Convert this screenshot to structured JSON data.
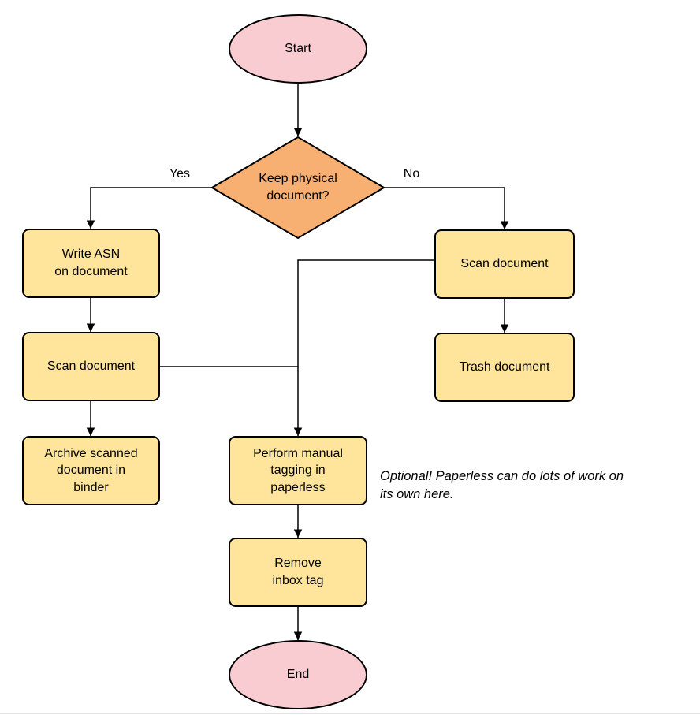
{
  "palette": {
    "background": "#ffffff",
    "terminal_fill": "#f8ccd1",
    "decision_fill": "#f7af72",
    "process_fill": "#ffe59b",
    "stroke": "#000000",
    "text": "#000000"
  },
  "nodes": {
    "start": {
      "type": "terminal",
      "label": "Start"
    },
    "decision": {
      "type": "decision",
      "label": "Keep physical\ndocument?"
    },
    "write_asn": {
      "type": "process",
      "label": "Write ASN\non document"
    },
    "scan_right": {
      "type": "process",
      "label": "Scan document"
    },
    "scan_left": {
      "type": "process",
      "label": "Scan document"
    },
    "trash": {
      "type": "process",
      "label": "Trash document"
    },
    "archive": {
      "type": "process",
      "label": "Archive scanned\ndocument in\nbinder"
    },
    "tagging": {
      "type": "process",
      "label": "Perform manual\ntagging in\npaperless"
    },
    "remove_inbox": {
      "type": "process",
      "label": "Remove\ninbox tag"
    },
    "end": {
      "type": "terminal",
      "label": "End"
    }
  },
  "edge_labels": {
    "yes": "Yes",
    "no": "No"
  },
  "annotation": {
    "text": "Optional! Paperless can do lots of work on\nits own here."
  }
}
